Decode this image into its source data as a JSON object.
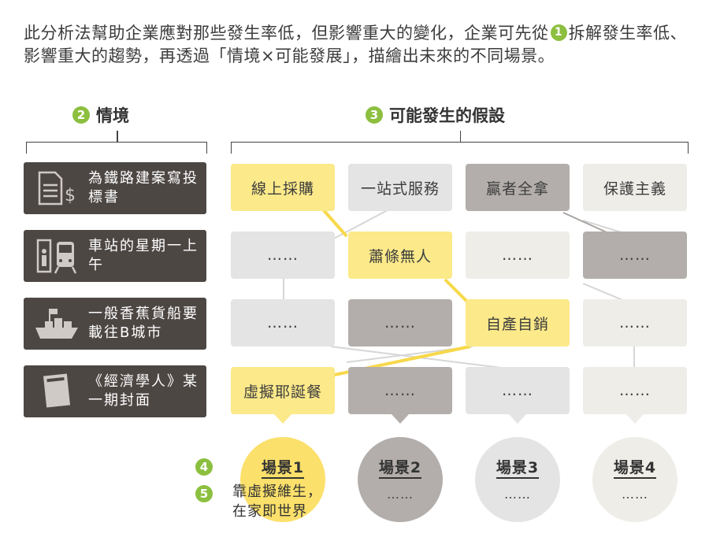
{
  "intro": {
    "part1": "此分析法幫助企業應對那些發生率低，但影響重大的變化，企業可先從",
    "num": "1",
    "part2": "拆解發生率低、影響重大的趨勢，再透過「情境×可能發展」，描繪出未來的不同場景。"
  },
  "headers": {
    "situation": {
      "num": "2",
      "label": "情境"
    },
    "hypothesis": {
      "num": "3",
      "label": "可能發生的假設"
    }
  },
  "situations": [
    {
      "icon": "document-dollar-icon",
      "text": "為鐵路建案寫投標書"
    },
    {
      "icon": "station-train-icon",
      "text": "車站的星期一上午"
    },
    {
      "icon": "cargo-ship-icon",
      "text": "一般香蕉貨船要載往B城市"
    },
    {
      "icon": "magazine-icon",
      "text": "《經濟學人》某一期封面"
    }
  ],
  "grid": [
    [
      "線上採購",
      "一站式服務",
      "贏者全拿",
      "保護主義"
    ],
    [
      "……",
      "蕭條無人",
      "……",
      "……"
    ],
    [
      "……",
      "……",
      "自產自銷",
      "……"
    ],
    [
      "虛擬耶誕餐",
      "……",
      "……",
      "……"
    ]
  ],
  "scenes": [
    {
      "label": "場景1",
      "dots": ""
    },
    {
      "label": "場景2",
      "dots": "……"
    },
    {
      "label": "場景3",
      "dots": "……"
    },
    {
      "label": "場景4",
      "dots": "……"
    }
  ],
  "step_nums": {
    "four": "4",
    "five": "5"
  },
  "scene1_text": [
    "靠虛擬維生，",
    "在家即世界"
  ],
  "colors": {
    "accent_green": "#8cbf3f",
    "yellow": "#fbe98a",
    "situation_bg": "#4d4744"
  }
}
